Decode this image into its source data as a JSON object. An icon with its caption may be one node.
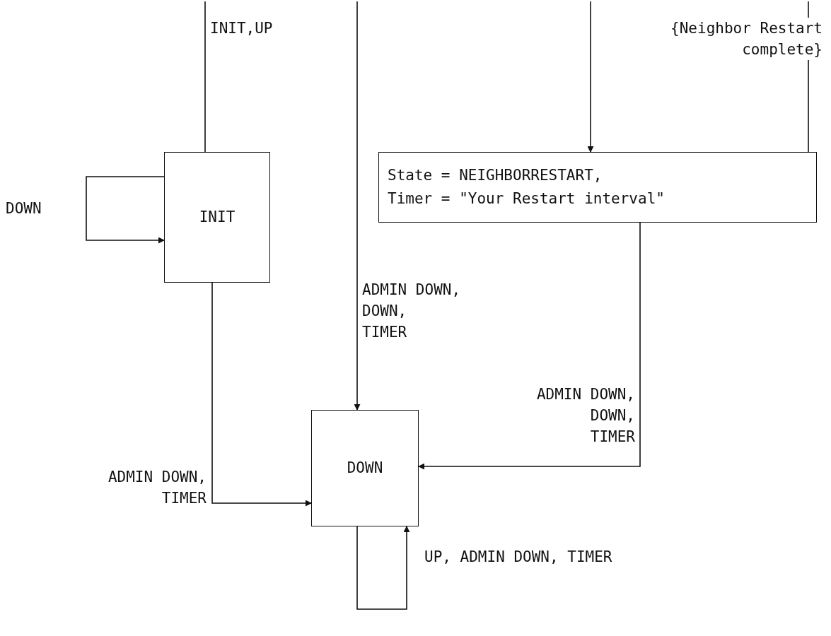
{
  "diagram": {
    "nodes": [
      {
        "text": [
          "INIT"
        ]
      },
      {
        "text": [
          "State = NEIGHBORRESTART, Timer = \"Your Restart interval\""
        ]
      },
      {
        "text": [
          "DOWN"
        ]
      }
    ],
    "edges": [
      {
        "from": null,
        "to": 0,
        "arrow": "none",
        "label": "INIT,UP"
      },
      {
        "from": 0,
        "to": 0,
        "arrow": "to",
        "label": "DOWN"
      },
      {
        "from": null,
        "to": 2,
        "arrow": "to",
        "label": "ADMIN DOWN, DOWN, TIMER"
      },
      {
        "from": null,
        "to": 1,
        "arrow": "to"
      },
      {
        "from": 1,
        "to": null,
        "arrow": "none",
        "label": "{Neighbor Restart complete}"
      },
      {
        "from": 1,
        "to": 2,
        "arrow": "to",
        "label": "ADMIN DOWN, DOWN, TIMER"
      },
      {
        "from": 0,
        "to": 2,
        "arrow": "to",
        "label": "ADMIN DOWN, TIMER"
      },
      {
        "from": 2,
        "to": 2,
        "arrow": "to",
        "label": "UP, ADMIN DOWN, TIMER"
      }
    ]
  }
}
